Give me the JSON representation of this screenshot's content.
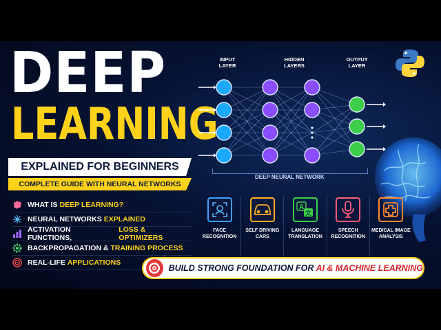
{
  "title": {
    "line1": "DEEP",
    "line2": "LEARNING",
    "subtitle": "EXPLAINED FOR BEGINNERS",
    "tagline": "COMPLETE GUIDE WITH NEURAL NETWORKS"
  },
  "topics": [
    {
      "icon": "brain-icon",
      "text": "WHAT IS ",
      "highlight": "DEEP LEARNING?"
    },
    {
      "icon": "network-icon",
      "text": "NEURAL NETWORKS",
      "highlight": "EXPLAINED"
    },
    {
      "icon": "bar-chart-icon",
      "text": "ACTIVATION FUNCTIONS,",
      "highlight": "LOSS & OPTIMIZERS"
    },
    {
      "icon": "gear-icon",
      "text": "BACKPROPAGATION &",
      "highlight": "TRAINING PROCESS"
    },
    {
      "icon": "target-icon",
      "text": "REAL-LIFE",
      "highlight": "APPLICATIONS"
    }
  ],
  "network": {
    "input_label": "INPUT\nLAYER",
    "hidden_label": "HIDDEN\nLAYERS",
    "output_label": "OUTPUT\nLAYER",
    "caption": "DEEP NEURAL NETWORK"
  },
  "applications": [
    {
      "icon": "face-scan-icon",
      "label": "FACE\nRECOGNITION"
    },
    {
      "icon": "car-icon",
      "label": "SELF DRIVING\nCARS"
    },
    {
      "icon": "translate-icon",
      "label": "LANGUAGE\nTRANSLATION"
    },
    {
      "icon": "microphone-icon",
      "label": "SPEECH\nRECOGNITION"
    },
    {
      "icon": "medical-cross-icon",
      "label": "MEDICAL IMAGE\nANALYSIS"
    }
  ],
  "banner": {
    "text": "BUILD STRONG FOUNDATION FOR ",
    "highlight": "AI & MACHINE LEARNING"
  },
  "colors": {
    "yellow": "#ffd21a",
    "input_node": "#1aa9ff",
    "hidden_node": "#8a4dff",
    "output_node": "#3dcf4a",
    "background": "#061233"
  }
}
